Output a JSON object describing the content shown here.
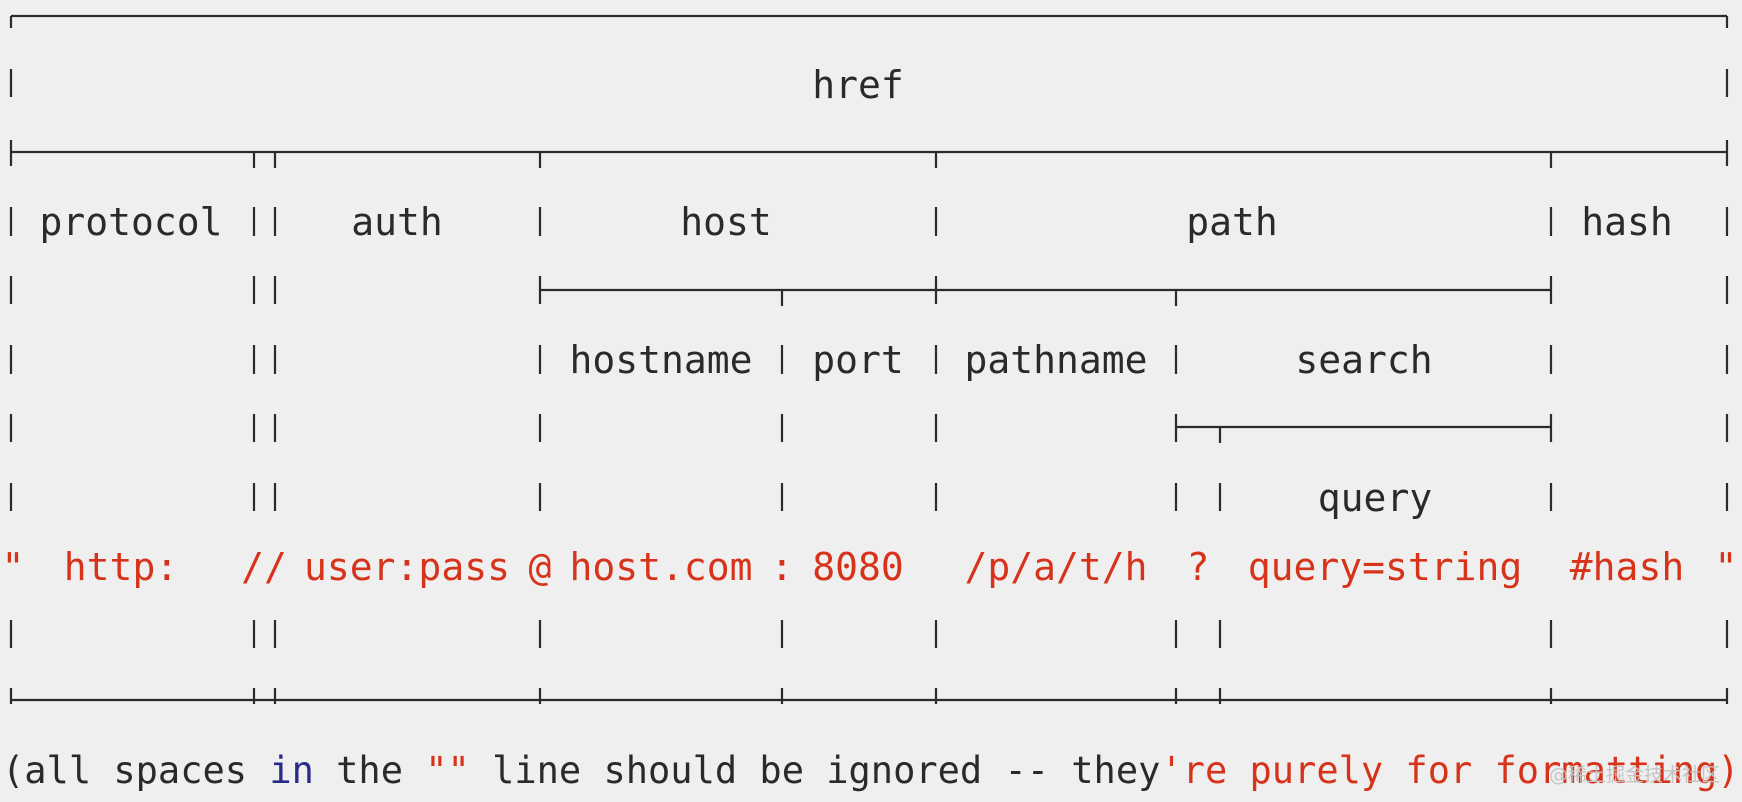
{
  "labels": {
    "href": "href",
    "protocol": "protocol",
    "auth": "auth",
    "host": "host",
    "path": "path",
    "hash": "hash",
    "hostname": "hostname",
    "port": "port",
    "pathname": "pathname",
    "search": "search",
    "query": "query"
  },
  "url_parts": {
    "open_quote": "\"",
    "protocol": "http:",
    "slashes": "//",
    "auth": "user:pass",
    "at": "@",
    "hostname": "host.com",
    "colon": ":",
    "port": "8080",
    "pathname": "/p/a/t/h",
    "question": "?",
    "query": "query=string",
    "hash": "#hash",
    "close_quote": "\""
  },
  "note": {
    "open_paren": "(all spaces ",
    "keyword": "in",
    "middle": " the ",
    "quotes": "\"\"",
    "rest": " line should be ignored -- they",
    "tail": "'re purely for formatting)"
  },
  "watermark": "@稀土掘金技术社区",
  "colors": {
    "background": "#efefef",
    "line": "#2b2b2b",
    "text": "#2a2a2a",
    "url": "#d6331a",
    "keyword": "#2a2a8a"
  }
}
